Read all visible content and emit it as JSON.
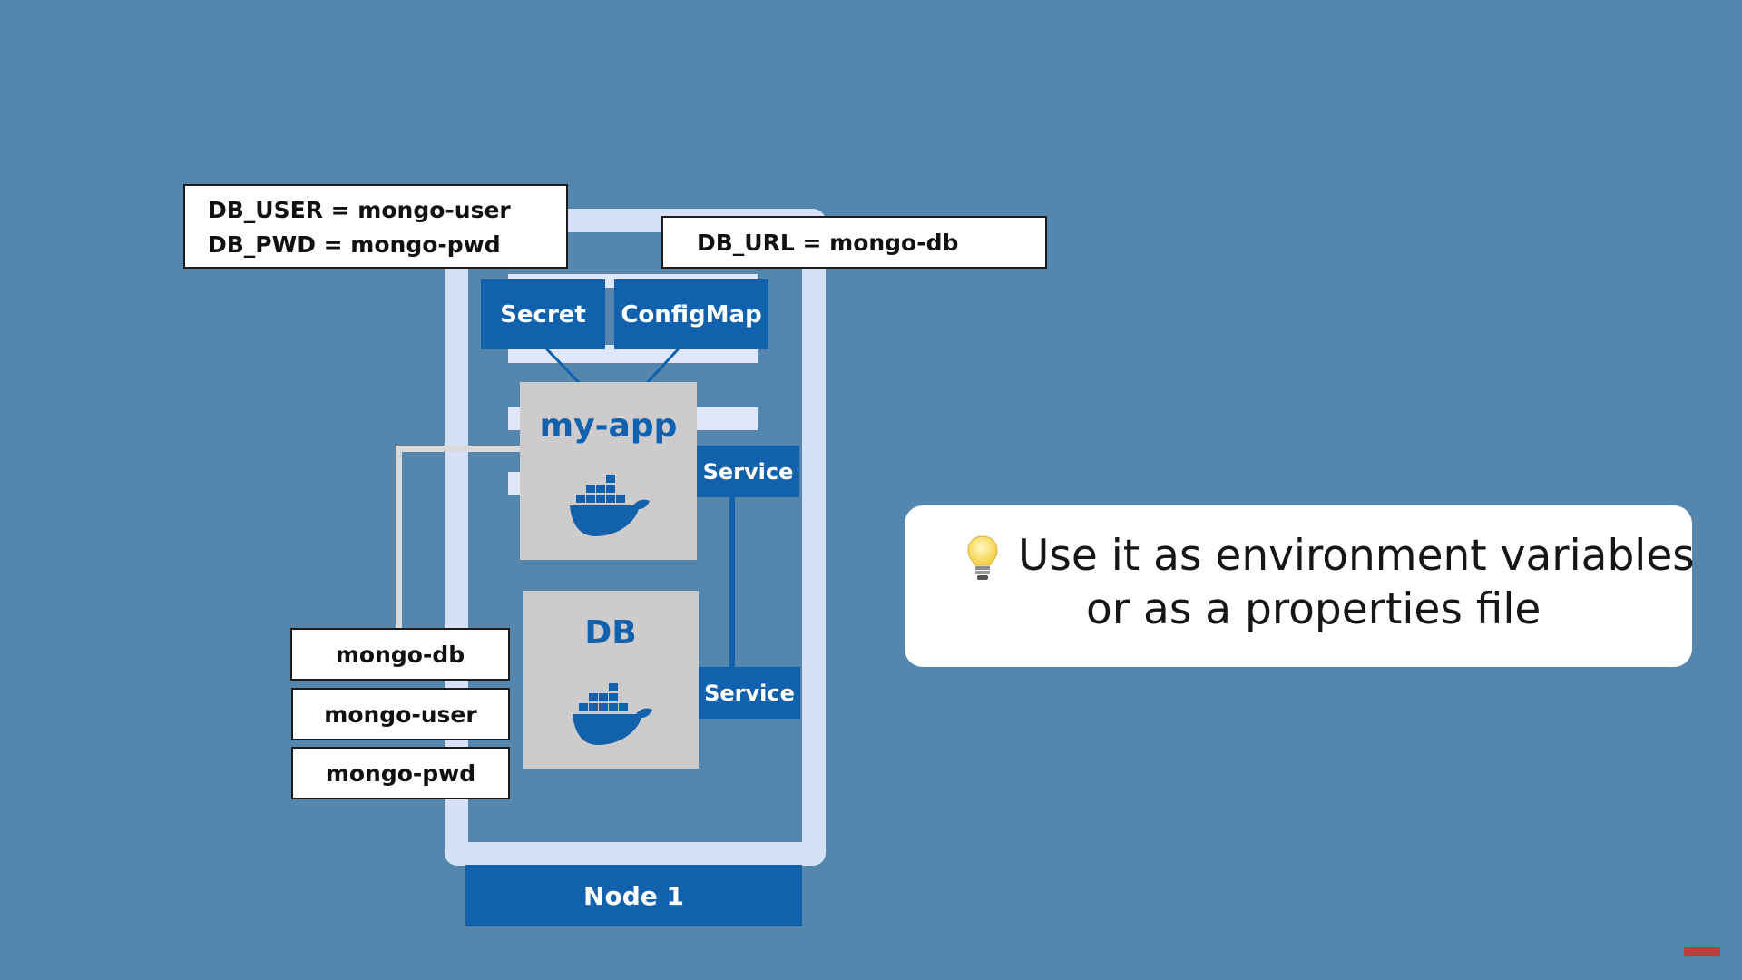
{
  "diagram": {
    "node_label": "Node 1",
    "secret_env": {
      "line1": "DB_USER = mongo-user",
      "line2": "DB_PWD = mongo-pwd"
    },
    "configmap_env": "DB_URL = mongo-db",
    "secret_label": "Secret",
    "configmap_label": "ConfigMap",
    "app_label": "my-app",
    "db_label": "DB",
    "service_app_label": "Service",
    "service_db_label": "Service",
    "env_values": [
      "mongo-db",
      "mongo-user",
      "mongo-pwd"
    ]
  },
  "callout": {
    "icon": "lightbulb-icon",
    "line1": "Use it as environment variables",
    "line2": "or as a properties file"
  },
  "colors": {
    "background": "#5586ad",
    "accent_blue": "#1261ad",
    "node_frame": "#d6e0f7",
    "container_gray": "#cdcbcb"
  }
}
